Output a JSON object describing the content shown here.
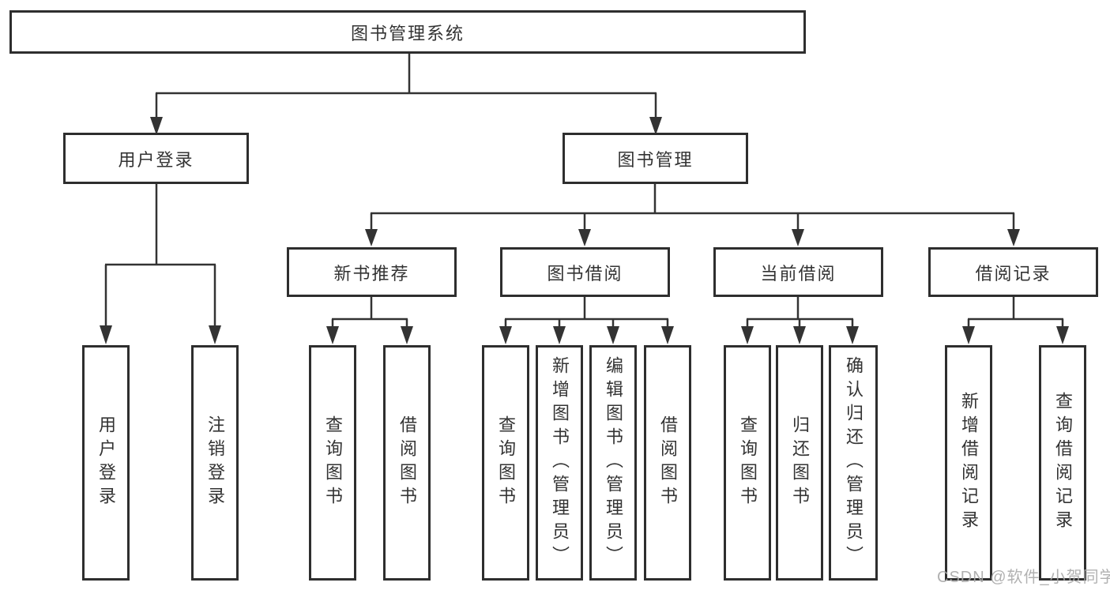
{
  "tree": {
    "root": {
      "label": "图书管理系统"
    },
    "branches": [
      {
        "label": "用户登录",
        "children": [
          "用户登录",
          "注销登录"
        ]
      },
      {
        "label": "图书管理",
        "children": [
          {
            "label": "新书推荐",
            "children": [
              "查询图书",
              "借阅图书"
            ]
          },
          {
            "label": "图书借阅",
            "children": [
              "查询图书",
              "新增图书（管理员）",
              "编辑图书（管理员）",
              "借阅图书"
            ]
          },
          {
            "label": "当前借阅",
            "children": [
              "查询图书",
              "归还图书",
              "确认归还（管理员）"
            ]
          },
          {
            "label": "借阅记录",
            "children": [
              "新增借阅记录",
              "查询借阅记录"
            ]
          }
        ]
      }
    ]
  },
  "watermark": {
    "text": "CSDN @软件_小贺同学"
  },
  "colors": {
    "line": "#333333",
    "box_border": "#2e2e2e",
    "text": "#333333",
    "background": "#ffffff",
    "watermark": "#a9a9a9"
  }
}
